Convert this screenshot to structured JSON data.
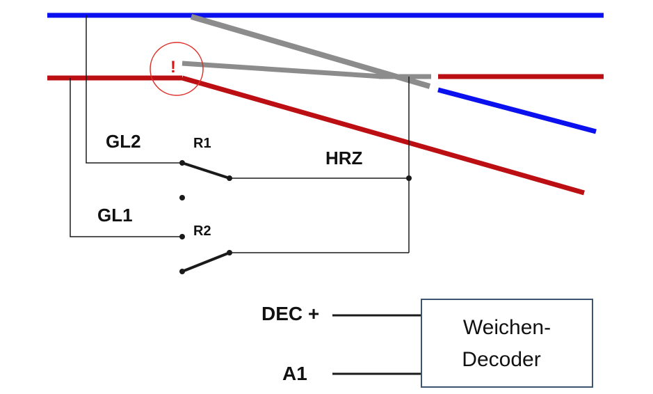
{
  "labels": {
    "gl2": "GL2",
    "gl1": "GL1",
    "r1": "R1",
    "r2": "R2",
    "hrz": "HRZ",
    "dec_plus": "DEC +",
    "a1": "A1",
    "warning": "!"
  },
  "decoder_box": {
    "line1": "Weichen-",
    "line2": "Decoder"
  },
  "colors": {
    "rail_blue": "#0a10ee",
    "rail_red": "#bb0f14",
    "rail_gray": "#8c8c8c",
    "wire": "#1a1a1a",
    "warning_circle": "#e0302a",
    "warning_mark": "#dd1111",
    "box_border": "#3b5470"
  }
}
